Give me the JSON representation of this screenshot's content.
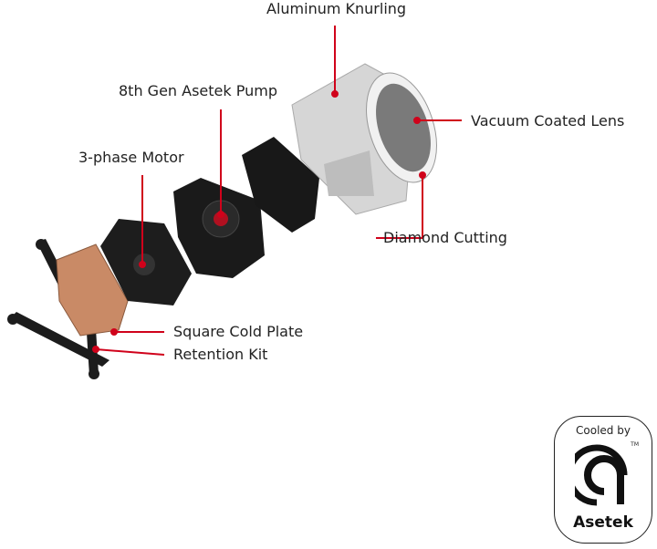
{
  "labels": {
    "aluminum_knurling": "Aluminum Knurling",
    "pump": "8th Gen Asetek Pump",
    "motor": "3-phase Motor",
    "lens": "Vacuum Coated Lens",
    "diamond_cutting": "Diamond Cutting",
    "cold_plate": "Square Cold Plate",
    "retention_kit": "Retention Kit"
  },
  "badge": {
    "cooled_by": "Cooled by",
    "brand": "Asetek",
    "trademark": "TM"
  },
  "colors": {
    "accent": "#d0021b",
    "copper": "#c98a66",
    "silver": "#d8d8d8",
    "black": "#1a1a1a"
  }
}
